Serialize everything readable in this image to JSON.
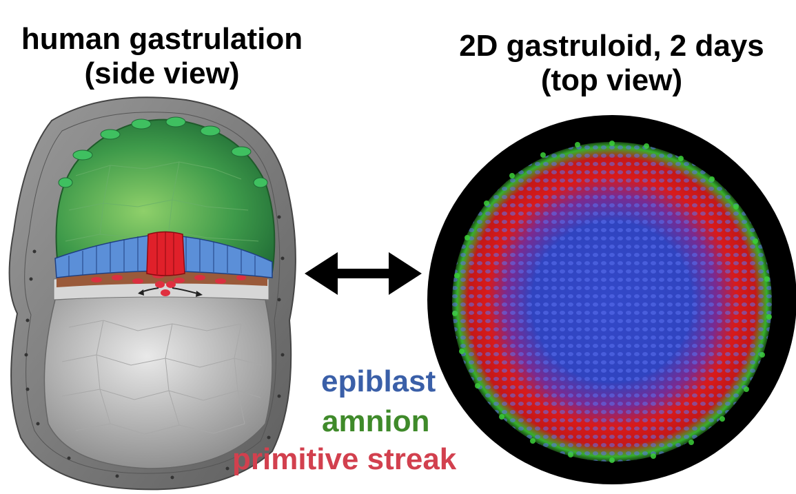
{
  "titles": {
    "left_line1": "human gastrulation",
    "left_line2": "(side view)",
    "right_line1": "2D gastruloid, 2 days",
    "right_line2": "(top view)"
  },
  "legend": {
    "epiblast": "epiblast",
    "amnion": "amnion",
    "primitive_streak": "primitive streak"
  },
  "colors": {
    "epiblast": "#3a5fa8",
    "amnion": "#3f8a2a",
    "primitive_streak": "#d2404e",
    "background": "#ffffff",
    "gastruloid_bg": "#000000",
    "nuclei_blue": "#3a4fd0",
    "nuclei_red": "#e0201e",
    "nuclei_green": "#35c535"
  },
  "icons": {
    "double_arrow": "double-headed-arrow-icon"
  }
}
